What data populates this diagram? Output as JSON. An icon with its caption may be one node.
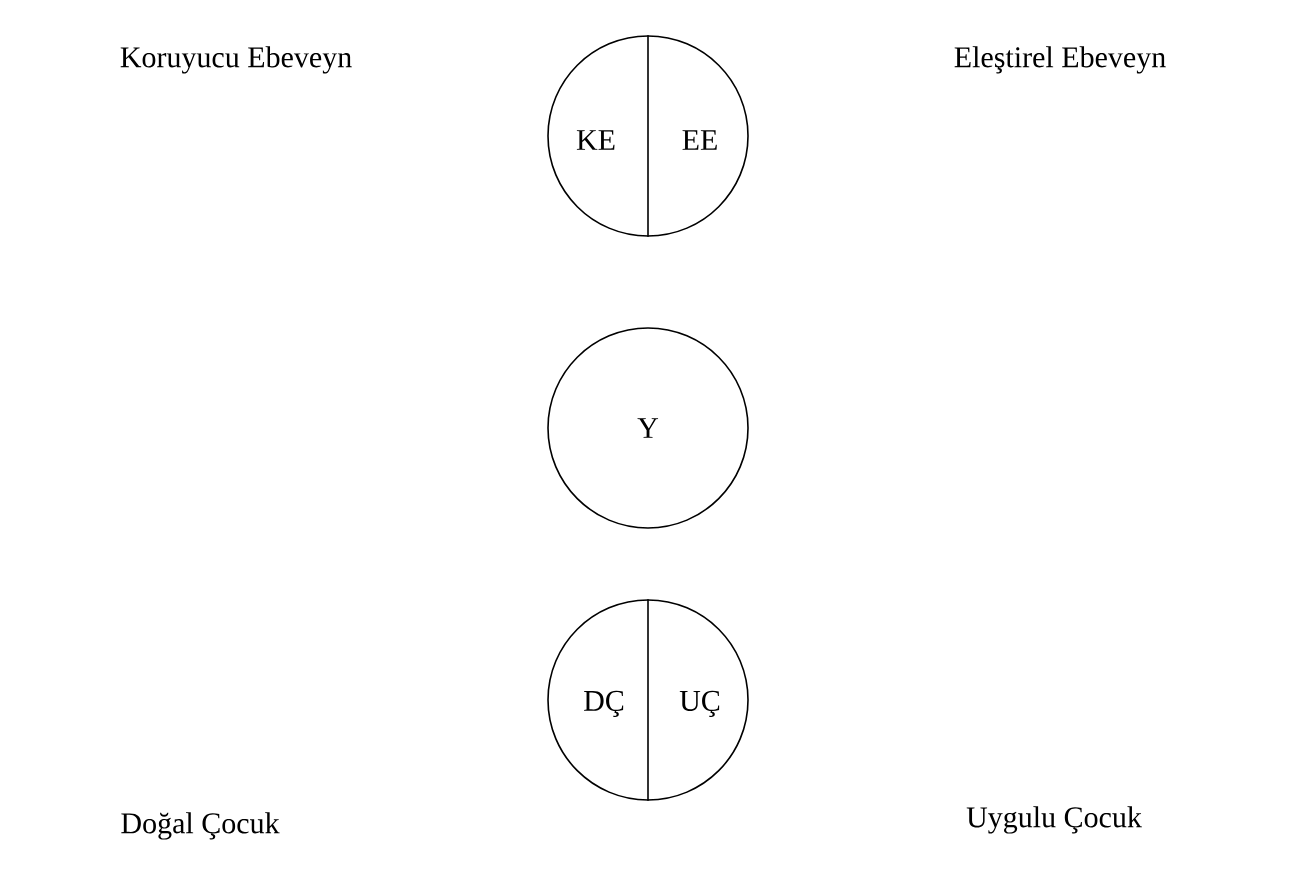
{
  "diagram": {
    "nodes": [
      {
        "text": [],
        "shape": "circle"
      },
      {
        "text": [
          "KE"
        ],
        "in": 0
      },
      {
        "text": [
          "EE"
        ],
        "in": 0
      },
      {
        "text": [
          "Y"
        ]
      },
      {
        "text": [],
        "shape": "circle"
      },
      {
        "text": [
          "DÇ"
        ],
        "in": 4
      },
      {
        "text": [
          "UÇ"
        ],
        "in": 4
      }
    ],
    "labels": [
      "Koruyucu Ebeveyn",
      "Eleştirel Ebeveyn",
      "Doğal Çocuk",
      "Uygulu Çocuk"
    ]
  }
}
